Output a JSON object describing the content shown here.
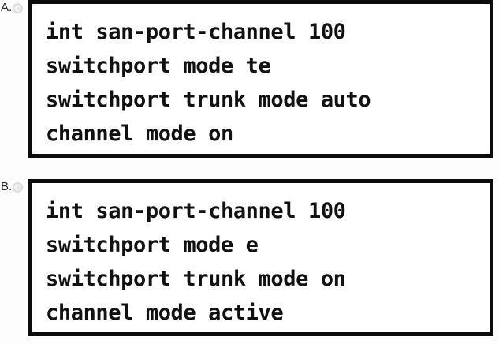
{
  "options": [
    {
      "letter": "A.",
      "radio_state": "unselected",
      "lines": [
        "int san-port-channel 100",
        "switchport mode te",
        "switchport trunk mode auto",
        "channel mode on"
      ]
    },
    {
      "letter": "B.",
      "radio_state": "unselected",
      "lines": [
        "int san-port-channel 100",
        "switchport mode e",
        "switchport trunk mode on",
        "channel mode active"
      ]
    }
  ],
  "colors": {
    "page_background": "#fdfdfd",
    "box_border": "#0b0b0b",
    "box_background": "#ffffff",
    "code_text": "#111111",
    "letter_text": "#2b2b2b",
    "radio_outline": "#dcdcdc"
  },
  "icons": {
    "radio_unselected": "radio-button-icon"
  }
}
